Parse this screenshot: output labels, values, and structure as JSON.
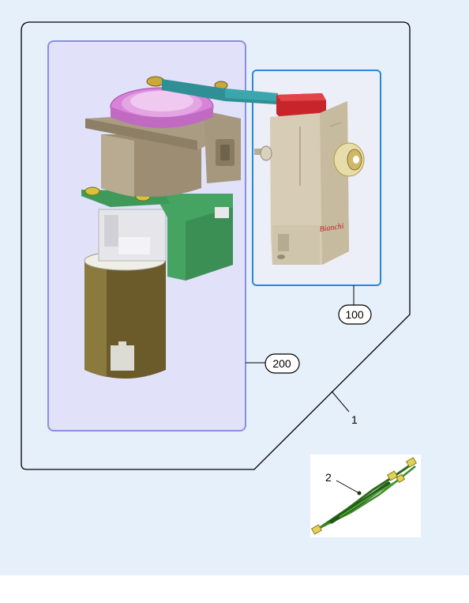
{
  "diagram": {
    "background_color": "#e6f0fb",
    "frame_color": "#000000",
    "callouts": [
      {
        "id": "100",
        "label": "100"
      },
      {
        "id": "200",
        "label": "200"
      },
      {
        "id": "1",
        "label": "1"
      },
      {
        "id": "2",
        "label": "2"
      }
    ],
    "groups": [
      {
        "id": "group-200",
        "border_color": "#8c8ee0",
        "fill": "#e1e1f9"
      },
      {
        "id": "group-100",
        "border_color": "#2f86d6",
        "fill": "#eceef8"
      }
    ],
    "brand_mark": "Bianchi",
    "icons": [
      "grinder-motor-assembly",
      "dispenser-unit",
      "cable-harness"
    ]
  }
}
